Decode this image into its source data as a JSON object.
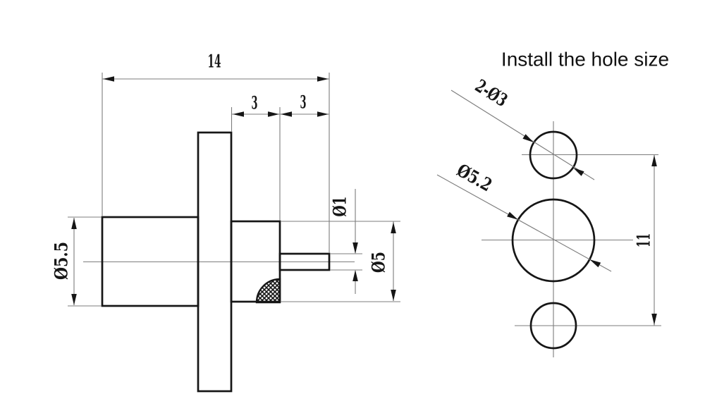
{
  "title": "Install the hole size",
  "side_view": {
    "total_length": "14",
    "seg_left": "3",
    "seg_right": "3",
    "body_diameter": "Ø5.5",
    "pin_diameter": "Ø1",
    "insulator_diameter": "Ø5"
  },
  "hole_view": {
    "small_holes": "2-Ø3",
    "center_hole": "Ø5.2",
    "spacing": "11"
  }
}
